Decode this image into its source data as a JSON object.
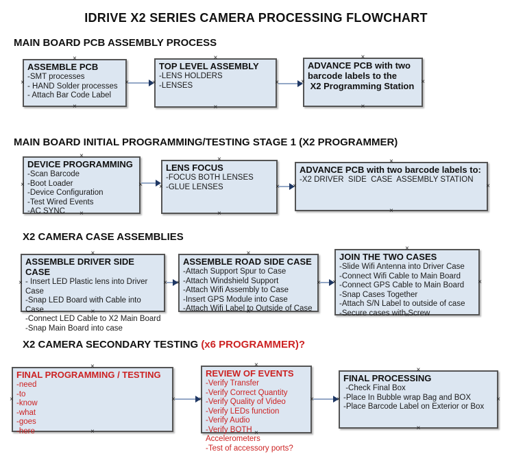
{
  "title": "IDRIVE X2  SERIES CAMERA PROCESSING FLOWCHART",
  "colors": {
    "box_fill": "#dce6f1",
    "box_border": "#545454",
    "arrow_line": "#93a7c6",
    "arrow_head": "#1f3864",
    "accent_red": "#cc2222"
  },
  "connection_mark": "×",
  "sections": [
    {
      "header": "MAIN BOARD PCB ASSEMBLY PROCESS",
      "boxes": [
        {
          "title": "ASSEMBLE PCB",
          "items": [
            "-SMT processes",
            "- HAND Solder processes",
            "- Attach Bar Code Label"
          ]
        },
        {
          "title": "TOP LEVEL ASSEMBLY",
          "items": [
            "-LENS HOLDERS",
            "-LENSES"
          ]
        },
        {
          "title": "ADVANCE PCB with two\nbarcode labels to the\n X2 Programming Station",
          "items": []
        }
      ]
    },
    {
      "header": "MAIN BOARD INITIAL PROGRAMMING/TESTING STAGE 1 (X2 PROGRAMMER)",
      "boxes": [
        {
          "title": "DEVICE PROGRAMMING",
          "items": [
            "-Scan Barcode",
            "-Boot Loader",
            "-Device Configuration",
            "-Test Wired Events",
            "-AC SYNC"
          ]
        },
        {
          "title": "LENS FOCUS",
          "items": [
            "-FOCUS BOTH LENSES",
            "-GLUE LENSES"
          ]
        },
        {
          "title": "ADVANCE PCB with two barcode labels to:",
          "items": [
            "-X2 DRIVER  SIDE  CASE  ASSEMBLY STATION"
          ]
        }
      ]
    },
    {
      "header": "X2 CAMERA CASE ASSEMBLIES",
      "boxes": [
        {
          "title": "ASSEMBLE DRIVER SIDE CASE",
          "items": [
            "- Insert LED Plastic lens into Driver Case",
            "-Snap LED Board with Cable into Case",
            "-Connect LED Cable to X2 Main Board",
            "-Snap Main Board into case"
          ]
        },
        {
          "title": "ASSEMBLE ROAD SIDE CASE",
          "items": [
            "-Attach Support Spur to Case",
            "-Attach Windshield Support",
            "-Attach Wifi Assembly to Case",
            "-Insert GPS Module into Case",
            "-Attach Wifi Label to Outside of Case"
          ]
        },
        {
          "title": "JOIN THE TWO CASES",
          "items": [
            "-Slide Wifi Antenna into Driver Case",
            "-Connect Wifi Cable to Main Board",
            "-Connect GPS Cable to Main Board",
            "-Snap Cases Together",
            "-Attach S/N Label to outside of case",
            "-Secure cases with Screw"
          ]
        }
      ]
    },
    {
      "header_black": "X2 CAMERA SECONDARY TESTING ",
      "header_red": " (x6 PROGRAMMER)?",
      "boxes": [
        {
          "title": "FINAL PROGRAMMING / TESTING",
          "items": [
            "-need",
            "-to",
            "-know",
            "-what",
            "-goes",
            "-here"
          ]
        },
        {
          "title": "REVIEW OF EVENTS",
          "items": [
            "-Verify Transfer",
            "-Verify Correct Quantity",
            "-Verify Quality of Video",
            "-Verify LEDs function",
            "-Verify Audio",
            "-Verify BOTH Accelerometers",
            "-Test of accessory ports?"
          ]
        },
        {
          "title": "FINAL PROCESSING",
          "items": [
            " -Check Final Box",
            "-Place In Bubble wrap Bag and BOX",
            "-Place Barcode Label on Exterior or Box"
          ]
        }
      ]
    }
  ]
}
